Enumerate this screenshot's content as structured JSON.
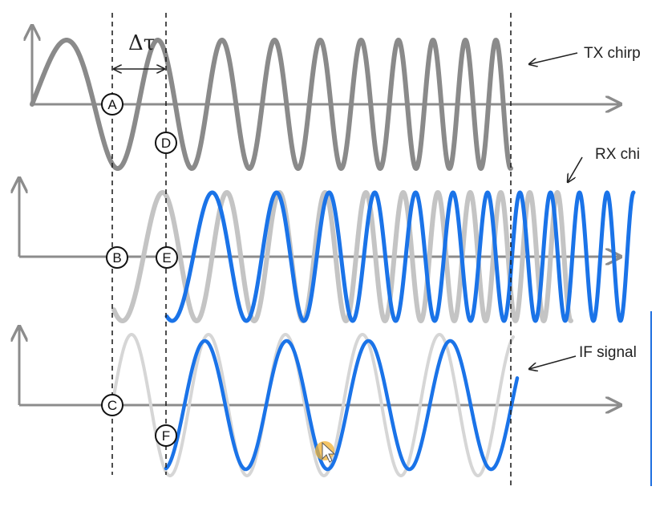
{
  "delta_label": "Δτ",
  "labels": {
    "tx": "TX chirp",
    "rx": "RX chi",
    "if": "IF signal"
  },
  "points": [
    "A",
    "B",
    "C",
    "D",
    "E",
    "F"
  ],
  "colors": {
    "tx": "#8a8a8a",
    "rx_ghost": "#c4c4c4",
    "rx": "#1a73e8",
    "if_ghost": "#d6d6d6",
    "if": "#1a73e8",
    "axis": "#8c8c8c",
    "cursor": "#f2b233"
  }
}
